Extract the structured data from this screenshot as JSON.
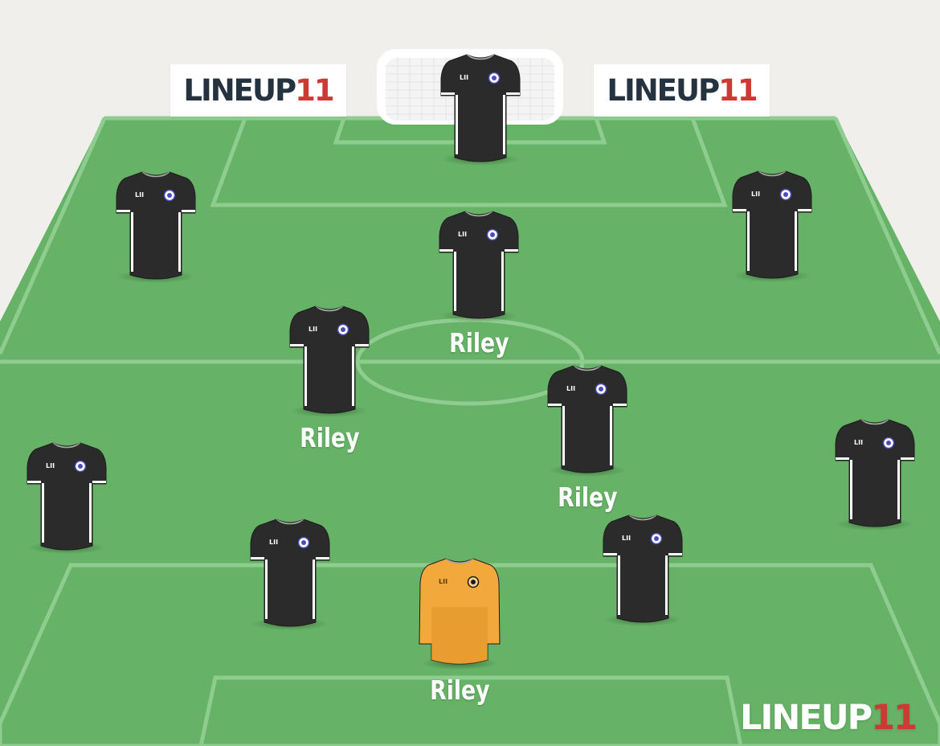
{
  "brand": {
    "wordmark_left": "LINEUP",
    "wordmark_right": "11",
    "colors": {
      "dark": "#253340",
      "red": "#cd3a33",
      "white": "#ffffff"
    }
  },
  "pitch": {
    "grass_color": "#66b266",
    "line_color": "#8fcc8f",
    "goal_color": "#ffffff"
  },
  "kits": {
    "outfield": {
      "body": "#2b2b2b",
      "trim": "#ffffff",
      "badge": "#4c4cb8",
      "sponsor": "LII"
    },
    "goalkeeper": {
      "body": "#f2a83a",
      "trim": "#e29528",
      "badge": "#1a1a1a",
      "sponsor": "LII"
    }
  },
  "players": [
    {
      "id": "p1",
      "kit": "outfield",
      "name": ""
    },
    {
      "id": "p2",
      "kit": "outfield",
      "name": ""
    },
    {
      "id": "p3",
      "kit": "outfield",
      "name": ""
    },
    {
      "id": "p4",
      "kit": "outfield",
      "name": "Riley"
    },
    {
      "id": "p5",
      "kit": "outfield",
      "name": "Riley"
    },
    {
      "id": "p6",
      "kit": "outfield",
      "name": "Riley"
    },
    {
      "id": "p7",
      "kit": "outfield",
      "name": ""
    },
    {
      "id": "p8",
      "kit": "outfield",
      "name": ""
    },
    {
      "id": "p9",
      "kit": "outfield",
      "name": ""
    },
    {
      "id": "p10",
      "kit": "outfield",
      "name": ""
    },
    {
      "id": "p11",
      "kit": "goalkeeper",
      "name": "Riley"
    }
  ]
}
